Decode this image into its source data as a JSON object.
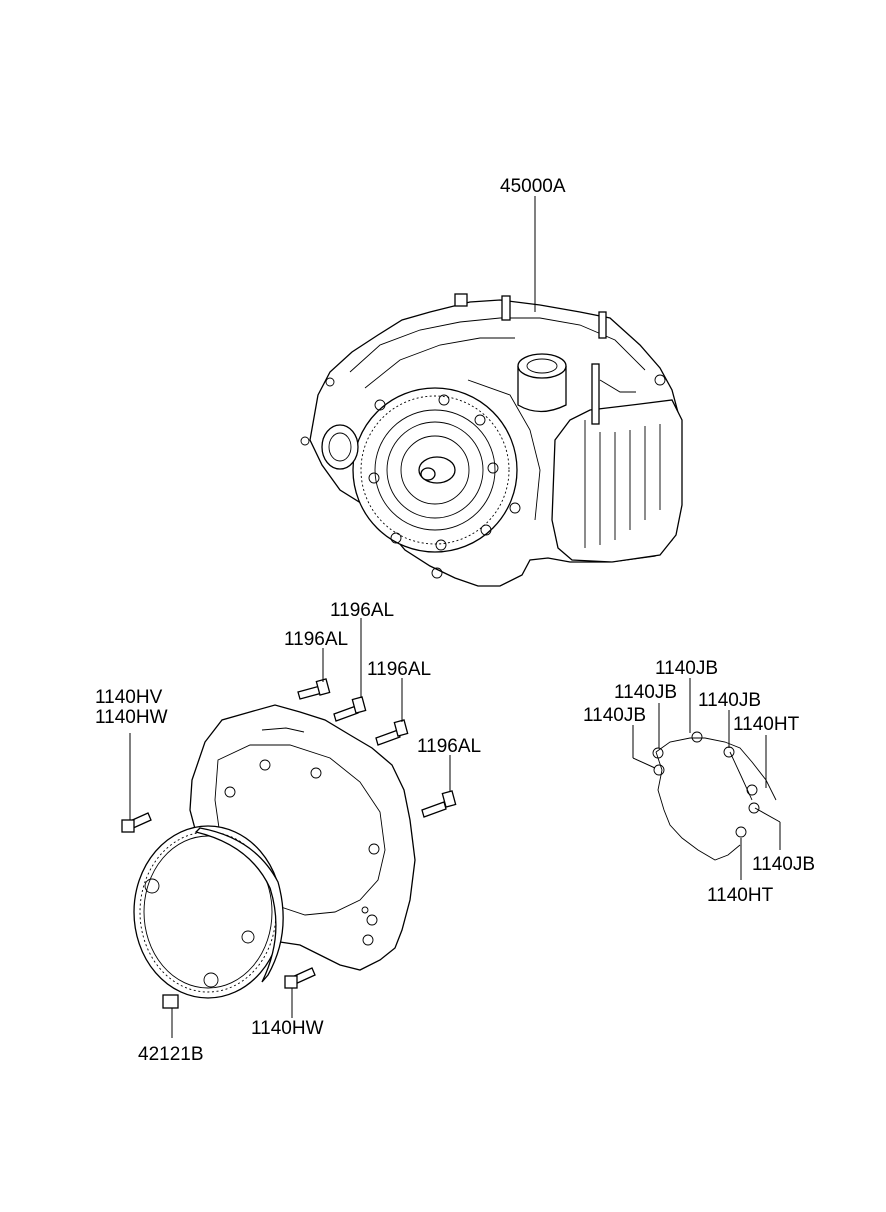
{
  "callouts": {
    "transaxle": "45000A",
    "bolt_a": "1196AL",
    "bolt_b": "1196AL",
    "bolt_c": "1196AL",
    "bolt_d": "1196AL",
    "bolt_left_1": "1140HV",
    "bolt_left_2": "1140HW",
    "bolt_bottom": "1140HW",
    "drain_plug": "42121B",
    "cover_jb_top": "1140JB",
    "cover_jb_left_1": "1140JB",
    "cover_jb_left_2": "1140JB",
    "cover_jb_right": "1140JB",
    "cover_ht_right": "1140HT",
    "cover_jb_bottom": "1140JB",
    "cover_ht_bottom": "1140HT"
  }
}
